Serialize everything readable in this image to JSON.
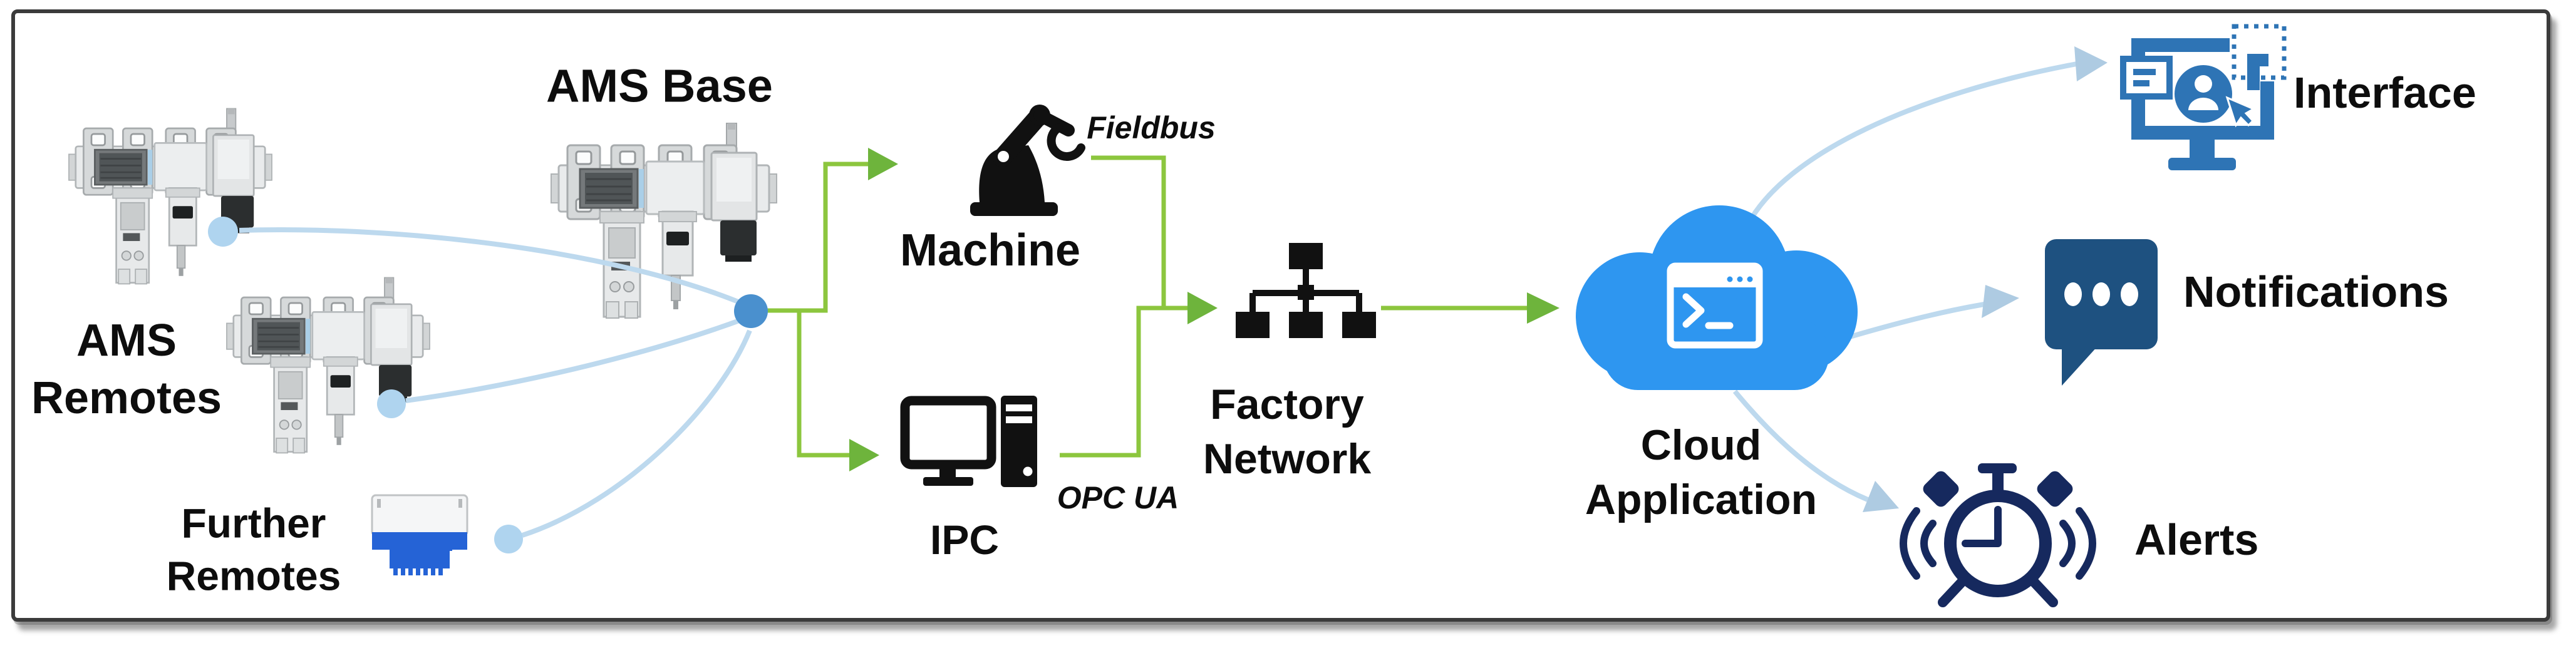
{
  "diagram": {
    "type": "architecture-flow",
    "nodes": {
      "ams_remotes": {
        "label_line1": "AMS",
        "label_line2": "Remotes",
        "icon": "ams-remote-module-icon"
      },
      "ams_base": {
        "label": "AMS Base",
        "icon": "ams-base-module-icon"
      },
      "further_remotes": {
        "label_line1": "Further",
        "label_line2": "Remotes",
        "icon": "ethernet-connector-icon"
      },
      "machine": {
        "label": "Machine",
        "icon": "robot-arm-icon"
      },
      "ipc": {
        "label": "IPC",
        "icon": "desktop-computer-icon"
      },
      "factory_network": {
        "label_line1": "Factory",
        "label_line2": "Network",
        "icon": "network-tree-icon"
      },
      "cloud_application": {
        "label_line1": "Cloud",
        "label_line2": "Application",
        "icon": "cloud-terminal-icon"
      },
      "interface": {
        "label": "Interface",
        "icon": "monitor-user-icon"
      },
      "notifications": {
        "label": "Notifications",
        "icon": "speech-bubble-icon"
      },
      "alerts": {
        "label": "Alerts",
        "icon": "alarm-clock-icon"
      }
    },
    "edge_labels": {
      "fieldbus": "Fieldbus",
      "opc_ua": "OPC UA"
    },
    "edges": [
      {
        "from": "ams_remotes_1",
        "to": "hub",
        "style": "light-blue-curve"
      },
      {
        "from": "ams_remotes_2",
        "to": "hub",
        "style": "light-blue-curve"
      },
      {
        "from": "further_remotes",
        "to": "hub",
        "style": "light-blue-curve"
      },
      {
        "from": "hub",
        "to": "machine",
        "style": "green-arrow"
      },
      {
        "from": "hub",
        "to": "ipc",
        "style": "green-arrow"
      },
      {
        "from": "machine",
        "to": "factory_network",
        "style": "green-arrow",
        "label": "Fieldbus"
      },
      {
        "from": "ipc",
        "to": "factory_network",
        "style": "green-arrow",
        "label": "OPC UA"
      },
      {
        "from": "factory_network",
        "to": "cloud_application",
        "style": "green-arrow"
      },
      {
        "from": "cloud_application",
        "to": "interface",
        "style": "light-blue-arrow"
      },
      {
        "from": "cloud_application",
        "to": "notifications",
        "style": "light-blue-arrow"
      },
      {
        "from": "cloud_application",
        "to": "alerts",
        "style": "light-blue-arrow"
      }
    ],
    "colors": {
      "background": "#ffffff",
      "frame_border": "#3b3b3b",
      "text": "#0d0d0d",
      "green_line": "#8cc63e",
      "green_arrowhead": "#6eb43c",
      "light_blue_line": "#bdd9ee",
      "light_blue_arrowhead": "#aecbe2",
      "pale_blue_dot": "#afd4ef",
      "hub_dot_blue": "#4a90ce",
      "cloud_blue": "#2e96f0",
      "interface_blue": "#2e74b5",
      "notifications_navy": "#1e5180",
      "alerts_navy": "#16295e",
      "device_gray": "#e8eaeb",
      "connector_blue": "#2563d6",
      "icon_black": "#111111"
    }
  }
}
